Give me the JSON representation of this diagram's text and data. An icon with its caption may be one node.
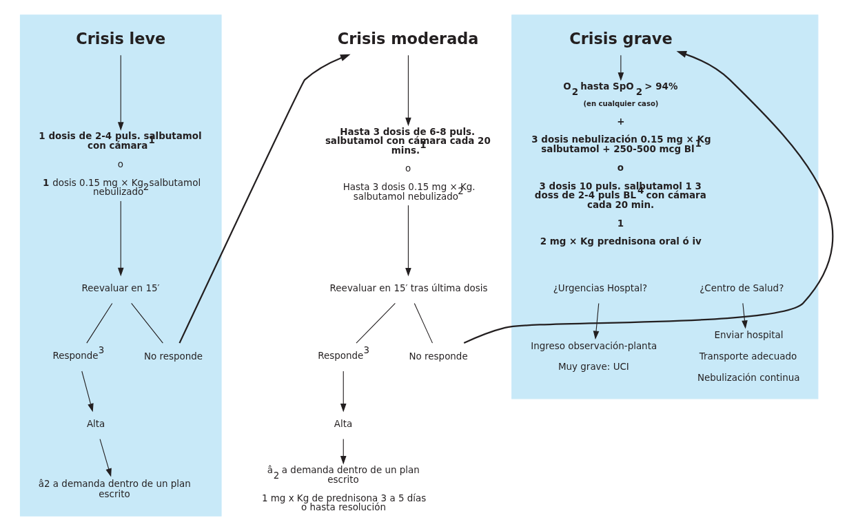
{
  "diagram": {
    "nodes": [
      {
        "text": [],
        "shape": "box"
      },
      {
        "text": [
          "Crisis leve"
        ],
        "in": 0
      },
      {
        "text": [
          "1 dosis de 2-4 puls. salbutamol con cámara$^{1}$",
          "o",
          "**1** dosis 0.15 mg × Kg. salbutamol nebulizado$^{2}$"
        ],
        "in": 0
      },
      {
        "text": [
          "Reevaluar en 15′"
        ],
        "in": 0
      },
      {
        "text": [
          "Responde$^{3}$"
        ],
        "in": 0
      },
      {
        "text": [
          "No responde"
        ],
        "in": 0
      },
      {
        "text": [
          "Alta"
        ],
        "in": 0
      },
      {
        "text": [
          "â2 a demanda dentro de un plan escrito"
        ],
        "in": 0
      },
      {
        "text": [
          "Crisis moderada"
        ]
      },
      {
        "text": [
          "Hasta 3 dosis de 6-8 puls. salbutamol con cámara cada 20 mins.$^{1}$",
          "o",
          "Hasta 3 dosis 0.15 mg × Kg. salbutamol nebulizado$^{2}$"
        ]
      },
      {
        "text": [
          "Reevaluar en 15′ tras última dosis"
        ]
      },
      {
        "text": [
          "Responde$^{3}$"
        ]
      },
      {
        "text": [
          "No responde"
        ]
      },
      {
        "text": [
          "Alta"
        ]
      },
      {
        "text": [
          "â$_{2}$ a demanda dentro de un plan escrito",
          "1 mg x Kg de prednisona 3 a 5 días o hasta resolución"
        ]
      },
      {
        "text": [],
        "shape": "box"
      },
      {
        "text": [
          "Crisis grave"
        ],
        "in": 15
      },
      {
        "text": [
          "O$_{2}$ hasta SpO$_{2}$ > 94%",
          "(en cualquier caso)",
          "+",
          "3 dosis nebulización 0.15 mg × Kg salbutamol + 250-500 mcg Bl$^{1}$",
          "o",
          "3 dosis 10 puls. salbutamol 1 3 doss de 2-4 puls BL$^{4}$ con cámara cada 20 min.",
          "1",
          "2 mg × Kg prednisona oral ó iv"
        ],
        "in": 15
      },
      {
        "text": [
          "¿Urgencias Hosptal?"
        ],
        "in": 15
      },
      {
        "text": [
          "¿Centro de Salud?"
        ],
        "in": 15
      },
      {
        "text": [
          "Ingreso observación-planta",
          "Muy grave: UCI"
        ],
        "in": 15
      },
      {
        "text": [
          "Enviar hospital",
          "Transporte adecuado",
          "Nebulización continua"
        ],
        "in": 15
      }
    ],
    "edges": [
      {
        "from": 1,
        "to": 2,
        "arrow": "to"
      },
      {
        "from": 2,
        "to": 3,
        "arrow": "to"
      },
      {
        "from": 3,
        "to": 4,
        "arrow": "none"
      },
      {
        "from": 3,
        "to": 5,
        "arrow": "none"
      },
      {
        "from": 4,
        "to": 6,
        "arrow": "to"
      },
      {
        "from": 6,
        "to": 7,
        "arrow": "to"
      },
      {
        "from": 5,
        "to": 8,
        "arrow": "to"
      },
      {
        "from": 8,
        "to": 9,
        "arrow": "to"
      },
      {
        "from": 9,
        "to": 10,
        "arrow": "to"
      },
      {
        "from": 10,
        "to": 11,
        "arrow": "none"
      },
      {
        "from": 10,
        "to": 12,
        "arrow": "none"
      },
      {
        "from": 11,
        "to": 13,
        "arrow": "to"
      },
      {
        "from": 13,
        "to": 14,
        "arrow": "to"
      },
      {
        "from": 12,
        "to": 16,
        "arrow": "to"
      },
      {
        "from": 16,
        "to": 17,
        "arrow": "to"
      },
      {
        "from": 18,
        "to": 20,
        "arrow": "to"
      },
      {
        "from": 19,
        "to": 21,
        "arrow": "to"
      }
    ]
  }
}
